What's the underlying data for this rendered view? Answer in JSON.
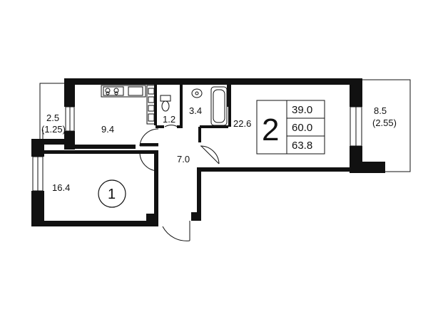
{
  "rooms": {
    "balcony_left_area": "2.5",
    "balcony_left_coef": "(1.25)",
    "kitchen": "9.4",
    "wc": "1.2",
    "bath": "3.4",
    "living": "22.6",
    "hall": "7.0",
    "bedroom": "16.4",
    "balcony_right_area": "8.5",
    "balcony_right_coef": "(2.55)"
  },
  "apartment": {
    "rooms_count": "2",
    "area_living": "39.0",
    "area_total": "60.0",
    "area_with_balconies": "63.8"
  },
  "room_marker": "1"
}
